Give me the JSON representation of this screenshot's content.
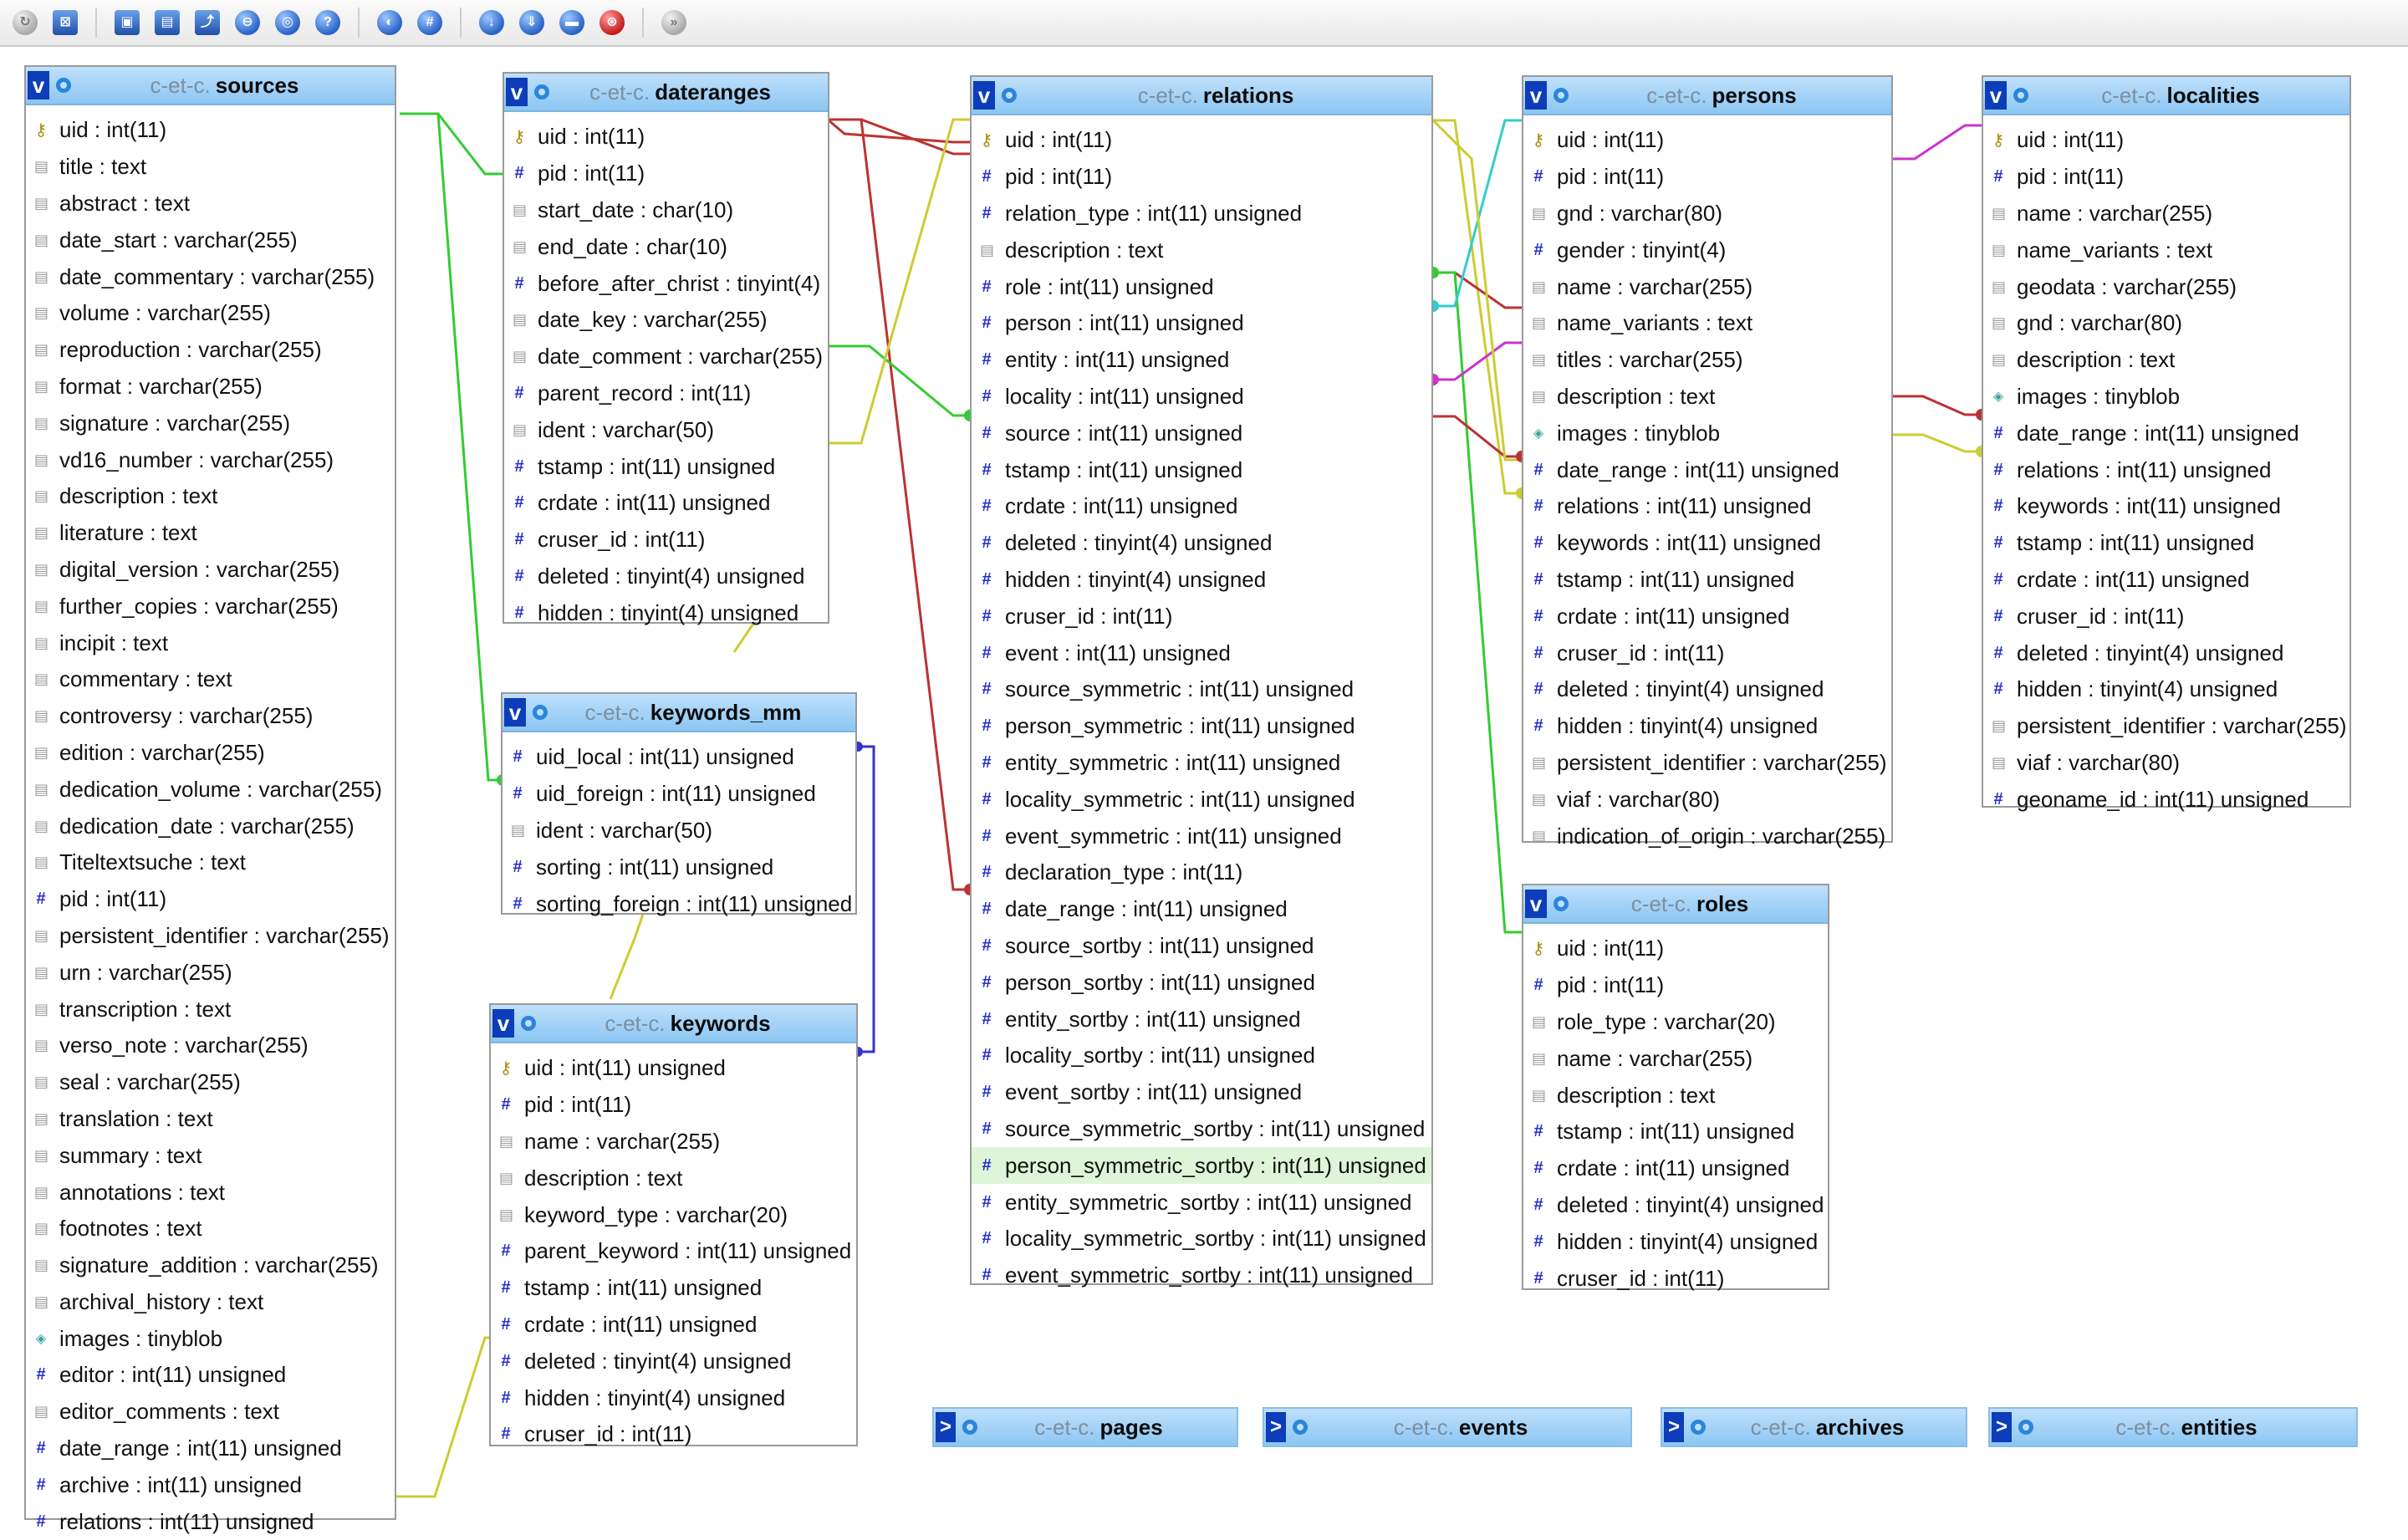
{
  "toolbar": {
    "buttons": [
      {
        "name": "circle-arrow-icon",
        "glyph": "↻",
        "style": "grey"
      },
      {
        "name": "fit-screen-icon",
        "glyph": "⊠",
        "style": "sq"
      },
      {
        "name": "save-icon",
        "glyph": "▣",
        "style": "sq"
      },
      {
        "name": "table-icon",
        "glyph": "▤",
        "style": "sq"
      },
      {
        "name": "curve-icon",
        "glyph": "⤴",
        "style": "sq"
      },
      {
        "name": "toggle-relations-icon",
        "glyph": "⊖",
        "style": ""
      },
      {
        "name": "reload-icon",
        "glyph": "◎",
        "style": ""
      },
      {
        "name": "help-icon",
        "glyph": "?",
        "style": ""
      },
      {
        "name": "angular-links-icon",
        "glyph": "◐",
        "style": ""
      },
      {
        "name": "snap-grid-icon",
        "glyph": "#",
        "style": ""
      },
      {
        "name": "move-down-icon",
        "glyph": "↓",
        "style": ""
      },
      {
        "name": "move-all-icon",
        "glyph": "⇓",
        "style": ""
      },
      {
        "name": "export-icon",
        "glyph": "▬",
        "style": ""
      },
      {
        "name": "pdf-icon",
        "glyph": "⊛",
        "style": "red"
      },
      {
        "name": "next-icon",
        "glyph": "»",
        "style": "grey"
      }
    ]
  },
  "colors": {
    "header": "#8cc6f3",
    "accent": "#0d3db8",
    "highlight": "#dff5d8"
  },
  "table_prefix": "c-et-c.",
  "tables": {
    "sources": {
      "name": "sources",
      "columns": [
        {
          "text": "uid : int(11)",
          "icon": "key"
        },
        {
          "text": "title : text",
          "icon": "txt"
        },
        {
          "text": "abstract : text",
          "icon": "txt"
        },
        {
          "text": "date_start : varchar(255)",
          "icon": "txt"
        },
        {
          "text": "date_commentary : varchar(255)",
          "icon": "txt"
        },
        {
          "text": "volume : varchar(255)",
          "icon": "txt"
        },
        {
          "text": "reproduction : varchar(255)",
          "icon": "txt"
        },
        {
          "text": "format : varchar(255)",
          "icon": "txt"
        },
        {
          "text": "signature : varchar(255)",
          "icon": "txt"
        },
        {
          "text": "vd16_number : varchar(255)",
          "icon": "txt"
        },
        {
          "text": "description : text",
          "icon": "txt"
        },
        {
          "text": "literature : text",
          "icon": "txt"
        },
        {
          "text": "digital_version : varchar(255)",
          "icon": "txt"
        },
        {
          "text": "further_copies : varchar(255)",
          "icon": "txt"
        },
        {
          "text": "incipit : text",
          "icon": "txt"
        },
        {
          "text": "commentary : text",
          "icon": "txt"
        },
        {
          "text": "controversy : varchar(255)",
          "icon": "txt"
        },
        {
          "text": "edition : varchar(255)",
          "icon": "txt"
        },
        {
          "text": "dedication_volume : varchar(255)",
          "icon": "txt"
        },
        {
          "text": "dedication_date : varchar(255)",
          "icon": "txt"
        },
        {
          "text": "Titeltextsuche : text",
          "icon": "txt"
        },
        {
          "text": "pid : int(11)",
          "icon": "hash"
        },
        {
          "text": "persistent_identifier : varchar(255)",
          "icon": "txt"
        },
        {
          "text": "urn : varchar(255)",
          "icon": "txt"
        },
        {
          "text": "transcription : text",
          "icon": "txt"
        },
        {
          "text": "verso_note : varchar(255)",
          "icon": "txt"
        },
        {
          "text": "seal : varchar(255)",
          "icon": "txt"
        },
        {
          "text": "translation : text",
          "icon": "txt"
        },
        {
          "text": "summary : text",
          "icon": "txt"
        },
        {
          "text": "annotations : text",
          "icon": "txt"
        },
        {
          "text": "footnotes : text",
          "icon": "txt"
        },
        {
          "text": "signature_addition : varchar(255)",
          "icon": "txt"
        },
        {
          "text": "archival_history : text",
          "icon": "txt"
        },
        {
          "text": "images : tinyblob",
          "icon": "blob"
        },
        {
          "text": "editor : int(11) unsigned",
          "icon": "hash"
        },
        {
          "text": "editor_comments : text",
          "icon": "txt"
        },
        {
          "text": "date_range : int(11) unsigned",
          "icon": "hash"
        },
        {
          "text": "archive : int(11) unsigned",
          "icon": "hash"
        },
        {
          "text": "relations : int(11) unsigned",
          "icon": "hash"
        }
      ]
    },
    "dateranges": {
      "name": "dateranges",
      "columns": [
        {
          "text": "uid : int(11)",
          "icon": "key"
        },
        {
          "text": "pid : int(11)",
          "icon": "hash"
        },
        {
          "text": "start_date : char(10)",
          "icon": "txt"
        },
        {
          "text": "end_date : char(10)",
          "icon": "txt"
        },
        {
          "text": "before_after_christ : tinyint(4)",
          "icon": "hash"
        },
        {
          "text": "date_key : varchar(255)",
          "icon": "txt"
        },
        {
          "text": "date_comment : varchar(255)",
          "icon": "txt"
        },
        {
          "text": "parent_record : int(11)",
          "icon": "hash"
        },
        {
          "text": "ident : varchar(50)",
          "icon": "txt"
        },
        {
          "text": "tstamp : int(11) unsigned",
          "icon": "hash"
        },
        {
          "text": "crdate : int(11) unsigned",
          "icon": "hash"
        },
        {
          "text": "cruser_id : int(11)",
          "icon": "hash"
        },
        {
          "text": "deleted : tinyint(4) unsigned",
          "icon": "hash"
        },
        {
          "text": "hidden : tinyint(4) unsigned",
          "icon": "hash"
        }
      ]
    },
    "keywords_mm": {
      "name": "keywords_mm",
      "columns": [
        {
          "text": "uid_local : int(11) unsigned",
          "icon": "hash"
        },
        {
          "text": "uid_foreign : int(11) unsigned",
          "icon": "hash"
        },
        {
          "text": "ident : varchar(50)",
          "icon": "txt"
        },
        {
          "text": "sorting : int(11) unsigned",
          "icon": "hash"
        },
        {
          "text": "sorting_foreign : int(11) unsigned",
          "icon": "hash"
        }
      ]
    },
    "keywords": {
      "name": "keywords",
      "columns": [
        {
          "text": "uid : int(11) unsigned",
          "icon": "key"
        },
        {
          "text": "pid : int(11)",
          "icon": "hash"
        },
        {
          "text": "name : varchar(255)",
          "icon": "txt"
        },
        {
          "text": "description : text",
          "icon": "txt"
        },
        {
          "text": "keyword_type : varchar(20)",
          "icon": "txt"
        },
        {
          "text": "parent_keyword : int(11) unsigned",
          "icon": "hash"
        },
        {
          "text": "tstamp : int(11) unsigned",
          "icon": "hash"
        },
        {
          "text": "crdate : int(11) unsigned",
          "icon": "hash"
        },
        {
          "text": "deleted : tinyint(4) unsigned",
          "icon": "hash"
        },
        {
          "text": "hidden : tinyint(4) unsigned",
          "icon": "hash"
        },
        {
          "text": "cruser_id : int(11)",
          "icon": "hash"
        }
      ]
    },
    "relations": {
      "name": "relations",
      "columns": [
        {
          "text": "uid : int(11)",
          "icon": "key"
        },
        {
          "text": "pid : int(11)",
          "icon": "hash"
        },
        {
          "text": "relation_type : int(11) unsigned",
          "icon": "hash"
        },
        {
          "text": "description : text",
          "icon": "txt"
        },
        {
          "text": "role : int(11) unsigned",
          "icon": "hash"
        },
        {
          "text": "person : int(11) unsigned",
          "icon": "hash"
        },
        {
          "text": "entity : int(11) unsigned",
          "icon": "hash"
        },
        {
          "text": "locality : int(11) unsigned",
          "icon": "hash"
        },
        {
          "text": "source : int(11) unsigned",
          "icon": "hash"
        },
        {
          "text": "tstamp : int(11) unsigned",
          "icon": "hash"
        },
        {
          "text": "crdate : int(11) unsigned",
          "icon": "hash"
        },
        {
          "text": "deleted : tinyint(4) unsigned",
          "icon": "hash"
        },
        {
          "text": "hidden : tinyint(4) unsigned",
          "icon": "hash"
        },
        {
          "text": "cruser_id : int(11)",
          "icon": "hash"
        },
        {
          "text": "event : int(11) unsigned",
          "icon": "hash"
        },
        {
          "text": "source_symmetric : int(11) unsigned",
          "icon": "hash"
        },
        {
          "text": "person_symmetric : int(11) unsigned",
          "icon": "hash"
        },
        {
          "text": "entity_symmetric : int(11) unsigned",
          "icon": "hash"
        },
        {
          "text": "locality_symmetric : int(11) unsigned",
          "icon": "hash"
        },
        {
          "text": "event_symmetric : int(11) unsigned",
          "icon": "hash"
        },
        {
          "text": "declaration_type : int(11)",
          "icon": "hash"
        },
        {
          "text": "date_range : int(11) unsigned",
          "icon": "hash"
        },
        {
          "text": "source_sortby : int(11) unsigned",
          "icon": "hash"
        },
        {
          "text": "person_sortby : int(11) unsigned",
          "icon": "hash"
        },
        {
          "text": "entity_sortby : int(11) unsigned",
          "icon": "hash"
        },
        {
          "text": "locality_sortby : int(11) unsigned",
          "icon": "hash"
        },
        {
          "text": "event_sortby : int(11) unsigned",
          "icon": "hash"
        },
        {
          "text": "source_symmetric_sortby : int(11) unsigned",
          "icon": "hash"
        },
        {
          "text": "person_symmetric_sortby : int(11) unsigned",
          "icon": "hash",
          "highlight": true
        },
        {
          "text": "entity_symmetric_sortby : int(11) unsigned",
          "icon": "hash"
        },
        {
          "text": "locality_symmetric_sortby : int(11) unsigned",
          "icon": "hash"
        },
        {
          "text": "event_symmetric_sortby : int(11) unsigned",
          "icon": "hash"
        }
      ]
    },
    "persons": {
      "name": "persons",
      "columns": [
        {
          "text": "uid : int(11)",
          "icon": "key"
        },
        {
          "text": "pid : int(11)",
          "icon": "hash"
        },
        {
          "text": "gnd : varchar(80)",
          "icon": "txt"
        },
        {
          "text": "gender : tinyint(4)",
          "icon": "hash"
        },
        {
          "text": "name : varchar(255)",
          "icon": "txt"
        },
        {
          "text": "name_variants : text",
          "icon": "txt"
        },
        {
          "text": "titles : varchar(255)",
          "icon": "txt"
        },
        {
          "text": "description : text",
          "icon": "txt"
        },
        {
          "text": "images : tinyblob",
          "icon": "blob"
        },
        {
          "text": "date_range : int(11) unsigned",
          "icon": "hash"
        },
        {
          "text": "relations : int(11) unsigned",
          "icon": "hash"
        },
        {
          "text": "keywords : int(11) unsigned",
          "icon": "hash"
        },
        {
          "text": "tstamp : int(11) unsigned",
          "icon": "hash"
        },
        {
          "text": "crdate : int(11) unsigned",
          "icon": "hash"
        },
        {
          "text": "cruser_id : int(11)",
          "icon": "hash"
        },
        {
          "text": "deleted : tinyint(4) unsigned",
          "icon": "hash"
        },
        {
          "text": "hidden : tinyint(4) unsigned",
          "icon": "hash"
        },
        {
          "text": "persistent_identifier : varchar(255)",
          "icon": "txt"
        },
        {
          "text": "viaf : varchar(80)",
          "icon": "txt"
        },
        {
          "text": "indication_of_origin : varchar(255)",
          "icon": "txt"
        }
      ]
    },
    "roles": {
      "name": "roles",
      "columns": [
        {
          "text": "uid : int(11)",
          "icon": "key"
        },
        {
          "text": "pid : int(11)",
          "icon": "hash"
        },
        {
          "text": "role_type : varchar(20)",
          "icon": "txt"
        },
        {
          "text": "name : varchar(255)",
          "icon": "txt"
        },
        {
          "text": "description : text",
          "icon": "txt"
        },
        {
          "text": "tstamp : int(11) unsigned",
          "icon": "hash"
        },
        {
          "text": "crdate : int(11) unsigned",
          "icon": "hash"
        },
        {
          "text": "deleted : tinyint(4) unsigned",
          "icon": "hash"
        },
        {
          "text": "hidden : tinyint(4) unsigned",
          "icon": "hash"
        },
        {
          "text": "cruser_id : int(11)",
          "icon": "hash"
        }
      ]
    },
    "localities": {
      "name": "localities",
      "columns": [
        {
          "text": "uid : int(11)",
          "icon": "key"
        },
        {
          "text": "pid : int(11)",
          "icon": "hash"
        },
        {
          "text": "name : varchar(255)",
          "icon": "txt"
        },
        {
          "text": "name_variants : text",
          "icon": "txt"
        },
        {
          "text": "geodata : varchar(255)",
          "icon": "txt"
        },
        {
          "text": "gnd : varchar(80)",
          "icon": "txt"
        },
        {
          "text": "description : text",
          "icon": "txt"
        },
        {
          "text": "images : tinyblob",
          "icon": "blob"
        },
        {
          "text": "date_range : int(11) unsigned",
          "icon": "hash"
        },
        {
          "text": "relations : int(11) unsigned",
          "icon": "hash"
        },
        {
          "text": "keywords : int(11) unsigned",
          "icon": "hash"
        },
        {
          "text": "tstamp : int(11) unsigned",
          "icon": "hash"
        },
        {
          "text": "crdate : int(11) unsigned",
          "icon": "hash"
        },
        {
          "text": "cruser_id : int(11)",
          "icon": "hash"
        },
        {
          "text": "deleted : tinyint(4) unsigned",
          "icon": "hash"
        },
        {
          "text": "hidden : tinyint(4) unsigned",
          "icon": "hash"
        },
        {
          "text": "persistent_identifier : varchar(255)",
          "icon": "txt"
        },
        {
          "text": "viaf : varchar(80)",
          "icon": "txt"
        },
        {
          "text": "geoname_id : int(11) unsigned",
          "icon": "hash"
        }
      ]
    }
  },
  "collapsed_tables": [
    {
      "name": "pages"
    },
    {
      "name": "events"
    },
    {
      "name": "archives"
    },
    {
      "name": "entities"
    }
  ]
}
